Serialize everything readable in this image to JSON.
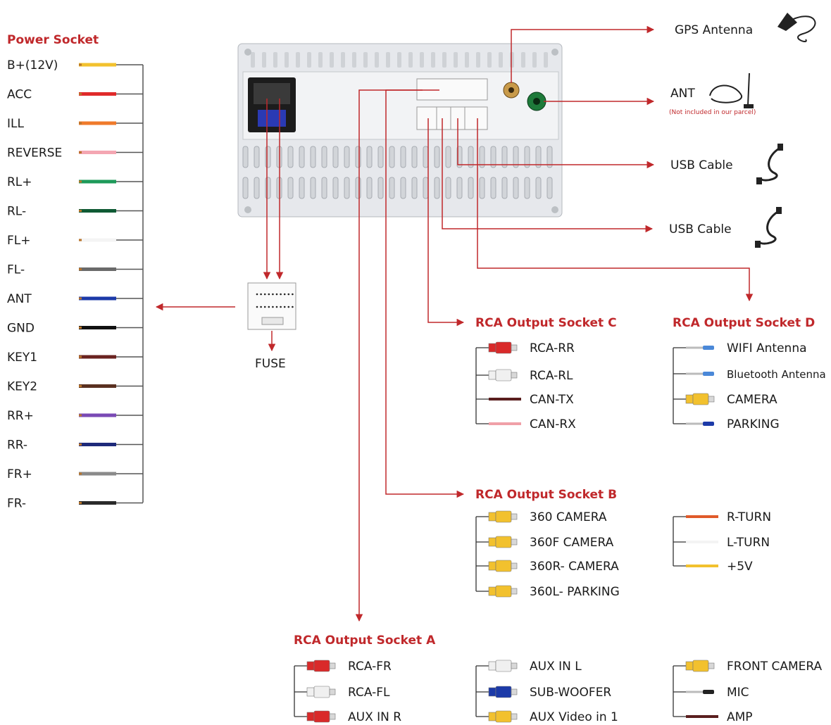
{
  "colors": {
    "accent": "#c0282b",
    "line": "#333333"
  },
  "power": {
    "title": "Power Socket",
    "wires": [
      {
        "label": "B+(12V)",
        "color": "#f2c12e"
      },
      {
        "label": "ACC",
        "color": "#e02a2a"
      },
      {
        "label": "ILL",
        "color": "#ef7a2a"
      },
      {
        "label": "REVERSE",
        "color": "#f4a6b2"
      },
      {
        "label": "RL+",
        "color": "#1e9a5a"
      },
      {
        "label": "RL-",
        "color": "#0f5a34"
      },
      {
        "label": "FL+",
        "color": "#f4f4f4"
      },
      {
        "label": "FL-",
        "color": "#6a6a6a"
      },
      {
        "label": "ANT",
        "color": "#1c3aa8"
      },
      {
        "label": "GND",
        "color": "#111111"
      },
      {
        "label": "KEY1",
        "color": "#6a2320"
      },
      {
        "label": "KEY2",
        "color": "#5a3020"
      },
      {
        "label": "RR+",
        "color": "#7a4ab4"
      },
      {
        "label": "RR-",
        "color": "#1e2a7a"
      },
      {
        "label": "FR+",
        "color": "#8a8a8a"
      },
      {
        "label": "FR-",
        "color": "#2a2a2a"
      }
    ]
  },
  "fuse": {
    "label": "FUSE"
  },
  "peripherals": {
    "gps": "GPS Antenna",
    "ant": "ANT",
    "ant_note": "(Not included in our parcel)",
    "usb1": "USB Cable",
    "usb2": "USB Cable"
  },
  "socket_c": {
    "title": "RCA Output Socket C",
    "items": [
      {
        "label": "RCA-RR",
        "kind": "rca",
        "color": "#d92a2a"
      },
      {
        "label": "RCA-RL",
        "kind": "rca",
        "color": "#f0f0f0"
      },
      {
        "label": "CAN-TX",
        "kind": "wire",
        "color": "#5a1e1e"
      },
      {
        "label": "CAN-RX",
        "kind": "wire",
        "color": "#f0a0a8"
      }
    ]
  },
  "socket_d": {
    "title": "RCA Output Socket D",
    "items": [
      {
        "label": "WIFI Antenna",
        "kind": "plug",
        "color": "#4a88d8"
      },
      {
        "label": "Bluetooth Antenna",
        "kind": "plug",
        "color": "#4a88d8"
      },
      {
        "label": "CAMERA",
        "kind": "rca",
        "color": "#f2c12e"
      },
      {
        "label": "PARKING",
        "kind": "plug",
        "color": "#1c3aa8"
      }
    ]
  },
  "socket_b": {
    "title": "RCA Output Socket B",
    "items": [
      {
        "label": "360 CAMERA",
        "kind": "rca",
        "color": "#f2c12e"
      },
      {
        "label": "360F CAMERA",
        "kind": "rca",
        "color": "#f2c12e"
      },
      {
        "label": "360R- CAMERA",
        "kind": "rca",
        "color": "#f2c12e"
      },
      {
        "label": "360L- PARKING",
        "kind": "rca",
        "color": "#f2c12e"
      }
    ],
    "extra": [
      {
        "label": "R-TURN",
        "kind": "wire",
        "color": "#e05a2a"
      },
      {
        "label": "L-TURN",
        "kind": "wire",
        "color": "#f4f4f4"
      },
      {
        "label": "+5V",
        "kind": "wire",
        "color": "#f2c12e"
      }
    ]
  },
  "socket_a": {
    "title": "RCA Output Socket A",
    "col1": [
      {
        "label": "RCA-FR",
        "kind": "rca",
        "color": "#d92a2a"
      },
      {
        "label": "RCA-FL",
        "kind": "rca",
        "color": "#f0f0f0"
      },
      {
        "label": "AUX IN R",
        "kind": "rca",
        "color": "#d92a2a"
      }
    ],
    "col2": [
      {
        "label": "AUX IN L",
        "kind": "rca",
        "color": "#f0f0f0"
      },
      {
        "label": "SUB-WOOFER",
        "kind": "rca",
        "color": "#1c3aa8"
      },
      {
        "label": "AUX Video in 1",
        "kind": "rca",
        "color": "#f2c12e"
      }
    ],
    "col3": [
      {
        "label": "FRONT CAMERA",
        "kind": "rca",
        "color": "#f2c12e"
      },
      {
        "label": "MIC",
        "kind": "plug",
        "color": "#222222"
      },
      {
        "label": "AMP",
        "kind": "wire",
        "color": "#5a1e1e"
      }
    ]
  }
}
